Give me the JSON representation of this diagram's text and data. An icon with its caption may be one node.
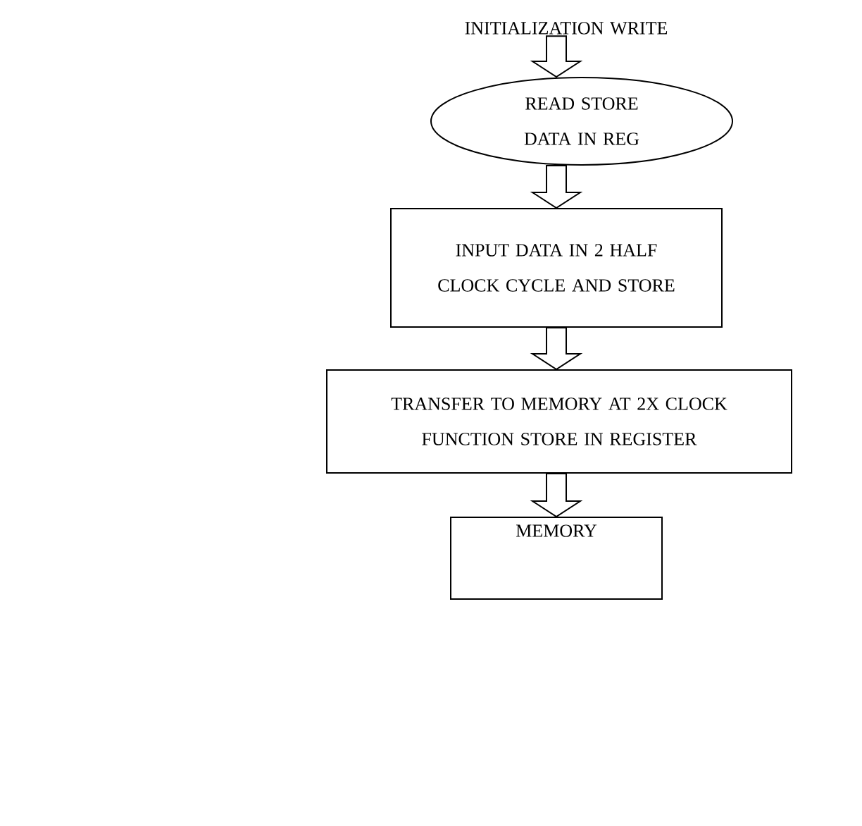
{
  "diagram": {
    "nodes": [
      {
        "text": [
          "INITIALIZATION WRITE"
        ]
      },
      {
        "text": [
          "READ STORE DATA IN REG"
        ]
      },
      {
        "text": [
          "INPUT DATA IN 2 HALF CLOCK CYCLE AND STORE"
        ]
      },
      {
        "text": [
          "TRANSFER TO MEMORY AT 2X CLOCK FUNCTION STORE IN REGISTER"
        ]
      },
      {
        "text": [
          "MEMORY"
        ]
      }
    ],
    "edges": [
      {
        "from": 0,
        "to": 1,
        "arrow": "to"
      },
      {
        "from": 1,
        "to": 2,
        "arrow": "to"
      },
      {
        "from": 2,
        "to": 3,
        "arrow": "to"
      },
      {
        "from": 3,
        "to": 4,
        "arrow": "to"
      }
    ]
  }
}
